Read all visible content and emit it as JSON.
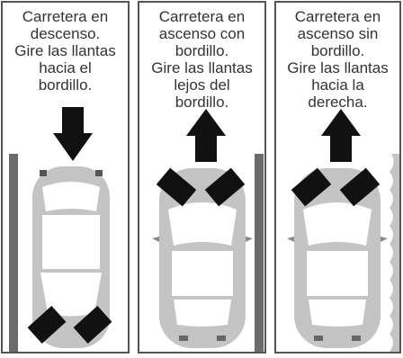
{
  "colors": {
    "border": "#555555",
    "text": "#333333",
    "curb": "#6b6b6b",
    "car_body": "#c4c4c4",
    "car_glass": "#ffffff",
    "tire": "#111111",
    "arrow": "#111111"
  },
  "panels": [
    {
      "caption_lines": [
        "Carretera en",
        "descenso.",
        "Gire las llantas",
        "hacia el",
        "bordillo."
      ],
      "arrow": "down-arrow-icon",
      "edge": "curb-left",
      "tires": "toward-curb"
    },
    {
      "caption_lines": [
        "Carretera en",
        "ascenso con",
        "bordillo.",
        "Gire las llantas",
        "lejos del",
        "bordillo."
      ],
      "arrow": "up-arrow-icon",
      "edge": "curb-right",
      "tires": "away-from-curb"
    },
    {
      "caption_lines": [
        "Carretera en",
        "ascenso sin",
        "bordillo.",
        "Gire las llantas",
        "hacia la",
        "derecha."
      ],
      "arrow": "up-arrow-icon",
      "edge": "no-curb-right",
      "tires": "right"
    }
  ]
}
